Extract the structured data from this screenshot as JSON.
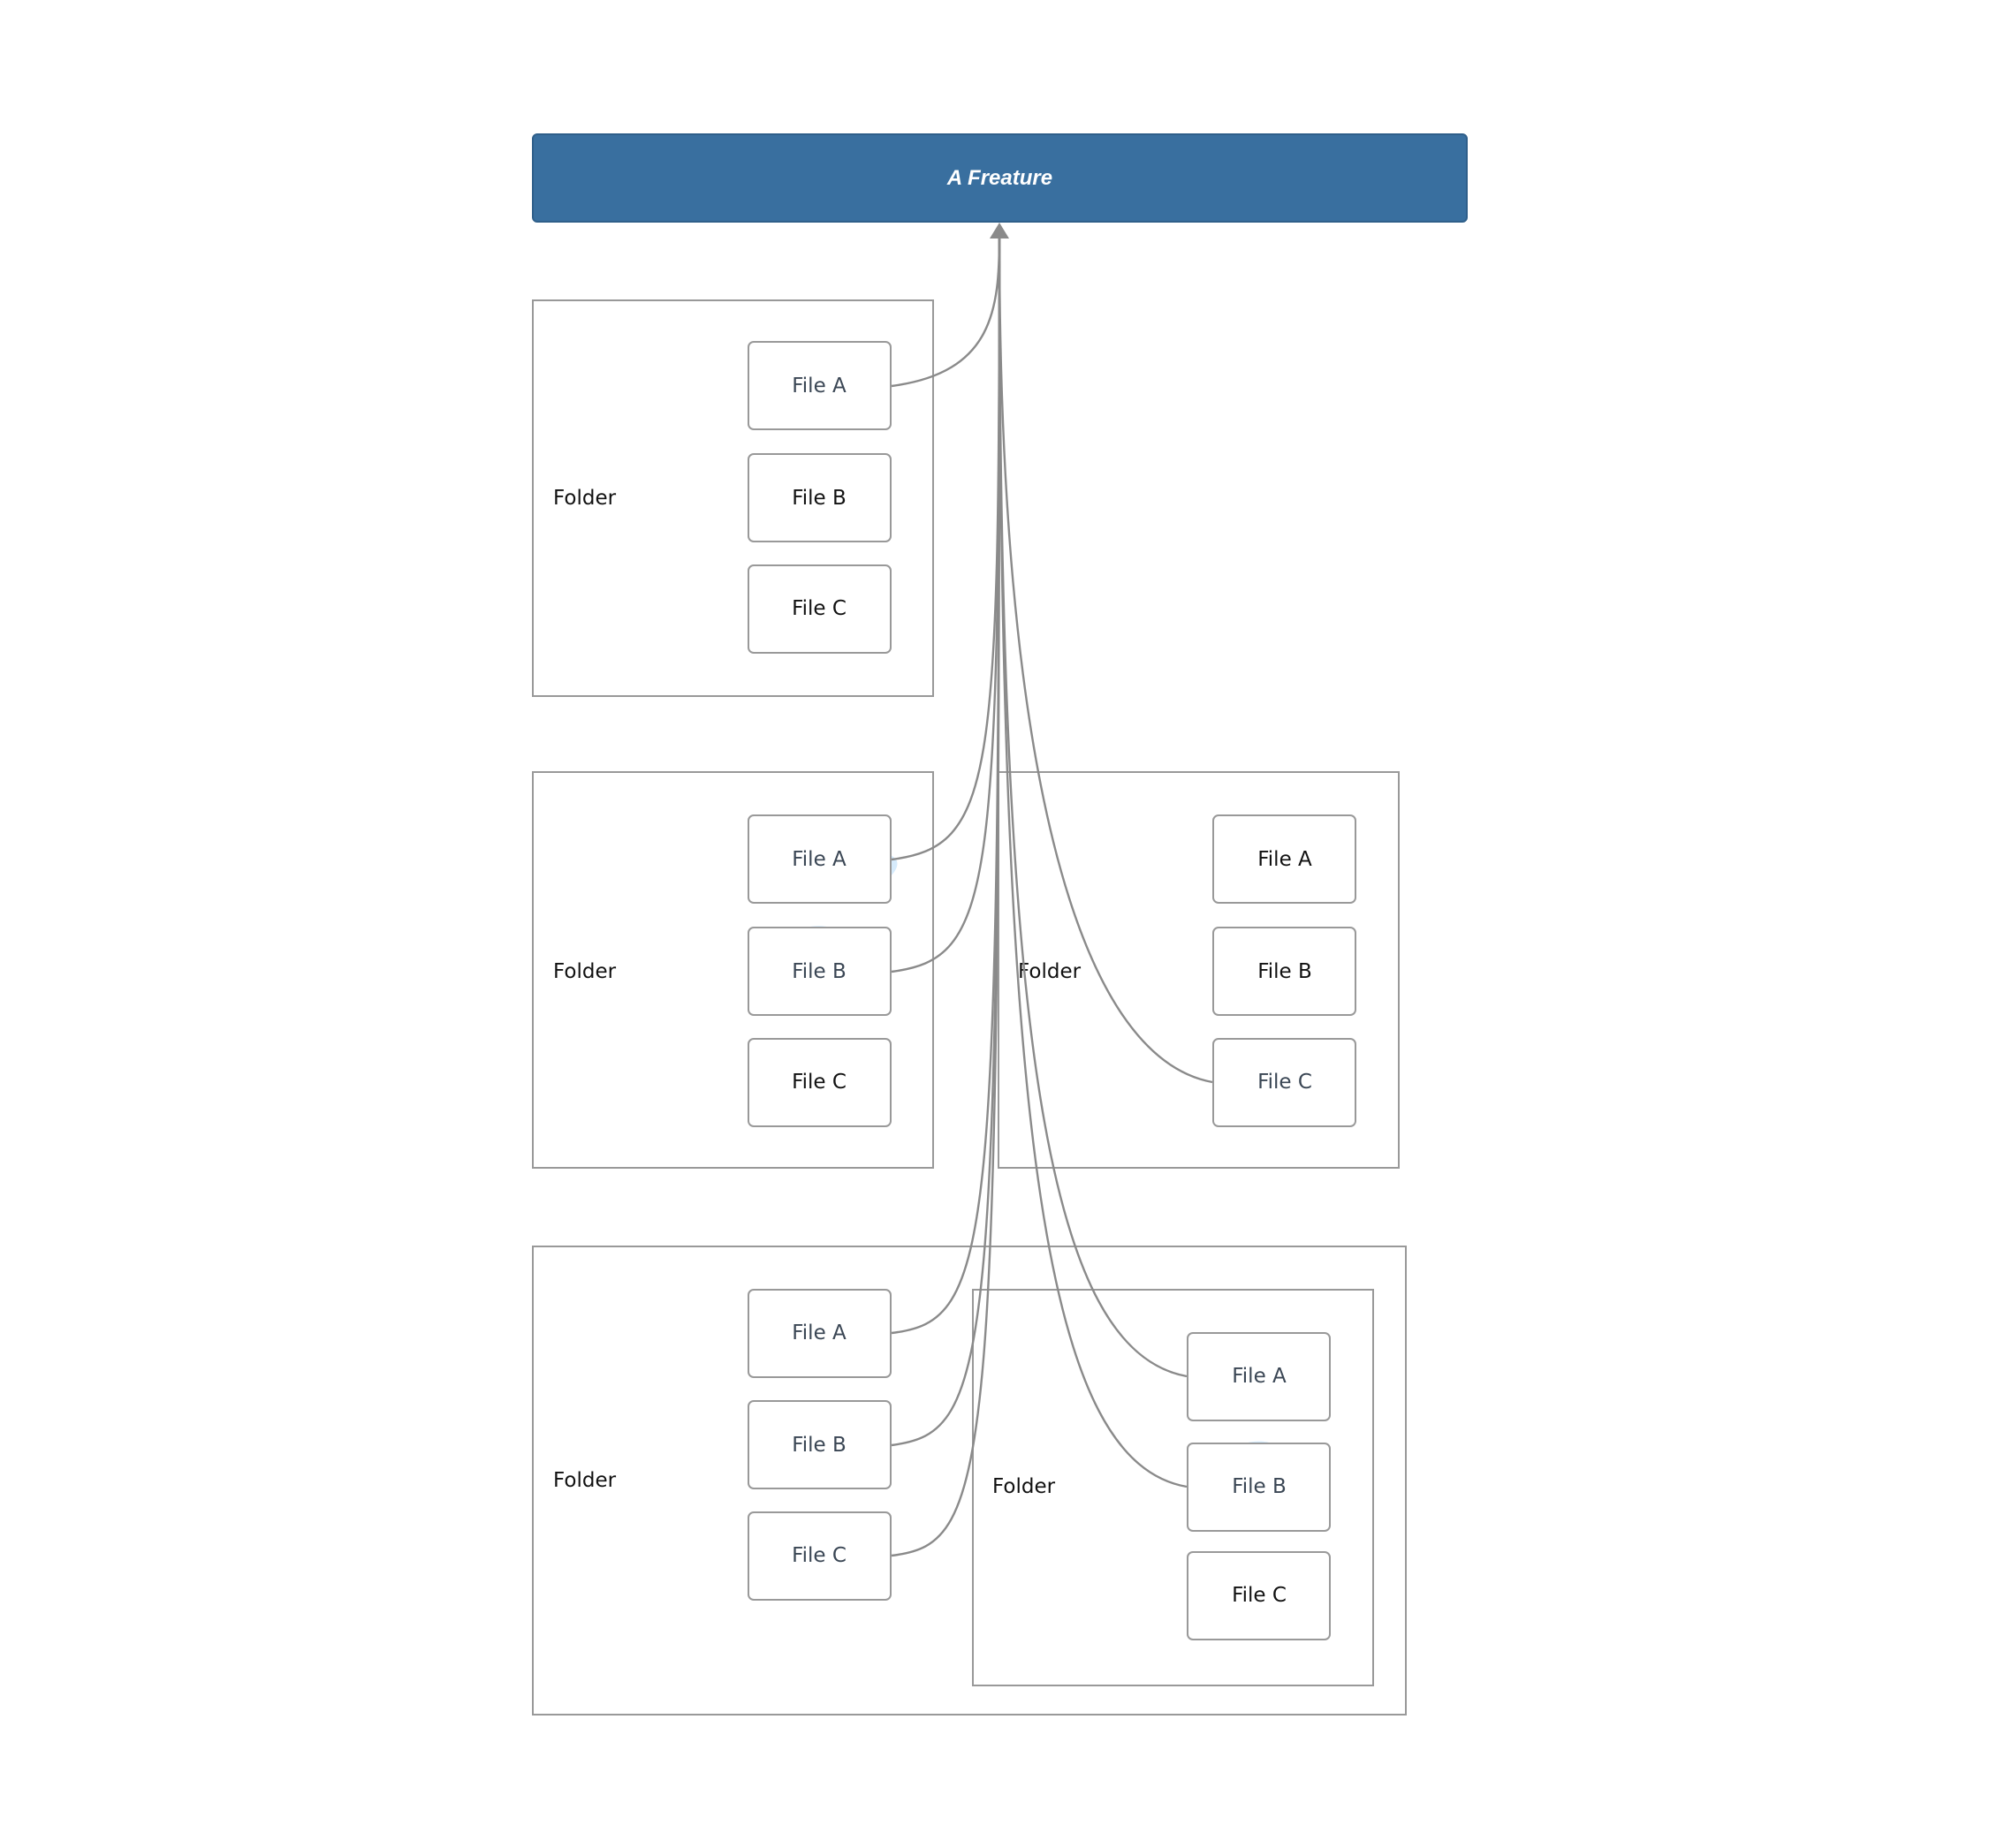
{
  "feature": {
    "title": "A Freature"
  },
  "colors": {
    "feature_fill": "#396f9f",
    "highlight": "#cfe7fb",
    "line": "#8a8a8a",
    "border": "#999999"
  },
  "folders": [
    {
      "label": "Folder",
      "files": [
        {
          "label": "File A",
          "highlighted": true,
          "linked": true
        },
        {
          "label": "File B",
          "highlighted": false,
          "linked": false
        },
        {
          "label": "File C",
          "highlighted": false,
          "linked": false
        }
      ]
    },
    {
      "label": "Folder",
      "files": [
        {
          "label": "File A",
          "highlighted": true,
          "linked": true
        },
        {
          "label": "File B",
          "highlighted": true,
          "linked": true
        },
        {
          "label": "File C",
          "highlighted": false,
          "linked": false
        }
      ]
    },
    {
      "label": "Folder",
      "files": [
        {
          "label": "File A",
          "highlighted": false,
          "linked": false
        },
        {
          "label": "File B",
          "highlighted": false,
          "linked": false
        },
        {
          "label": "File C",
          "highlighted": true,
          "linked": true
        }
      ]
    },
    {
      "label": "Folder",
      "files": [
        {
          "label": "File A",
          "highlighted": true,
          "linked": true
        },
        {
          "label": "File B",
          "highlighted": true,
          "linked": true
        },
        {
          "label": "File C",
          "highlighted": true,
          "linked": true
        }
      ]
    },
    {
      "label": "Folder",
      "files": [
        {
          "label": "File A",
          "highlighted": true,
          "linked": true
        },
        {
          "label": "File B",
          "highlighted": true,
          "linked": true
        },
        {
          "label": "File C",
          "highlighted": false,
          "linked": false
        }
      ]
    }
  ]
}
